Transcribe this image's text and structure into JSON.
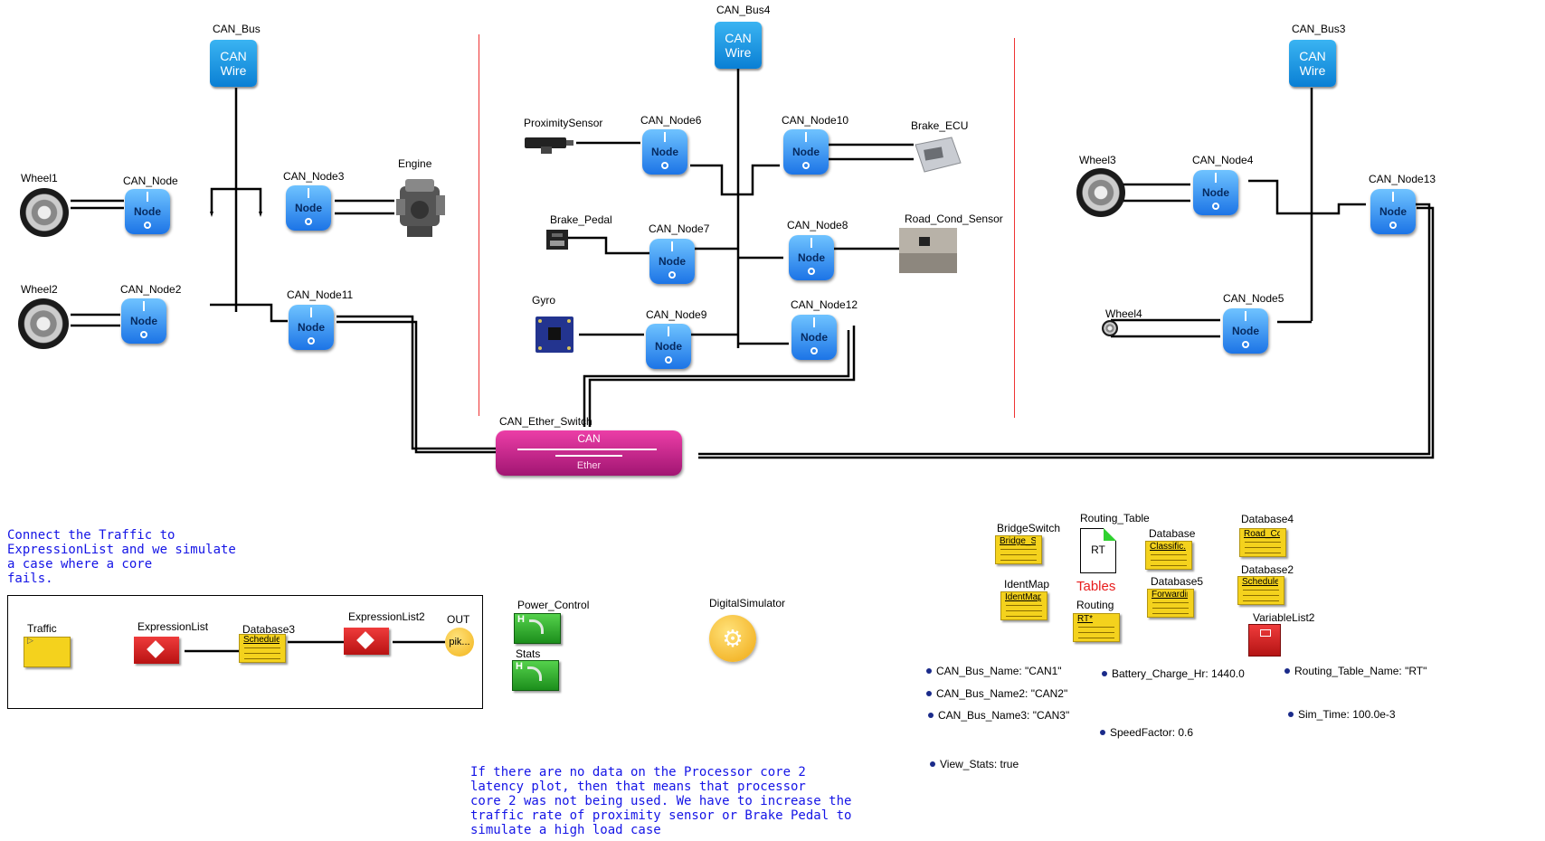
{
  "buses": [
    {
      "id": "CAN_Bus",
      "label": "CAN_Bus",
      "line1": "CAN",
      "line2": "Wire"
    },
    {
      "id": "CAN_Bus4",
      "label": "CAN_Bus4",
      "line1": "CAN",
      "line2": "Wire"
    },
    {
      "id": "CAN_Bus3",
      "label": "CAN_Bus3",
      "line1": "CAN",
      "line2": "Wire"
    }
  ],
  "node_text": "Node",
  "nodes": [
    "CAN_Node",
    "CAN_Node2",
    "CAN_Node3",
    "CAN_Node11",
    "CAN_Node6",
    "CAN_Node10",
    "CAN_Node7",
    "CAN_Node8",
    "CAN_Node9",
    "CAN_Node12",
    "CAN_Node4",
    "CAN_Node13",
    "CAN_Node5"
  ],
  "devices": {
    "wheel1": "Wheel1",
    "wheel2": "Wheel2",
    "wheel3": "Wheel3",
    "wheel4": "Wheel4",
    "engine": "Engine",
    "proximity": "ProximitySensor",
    "brake_ecu": "Brake_ECU",
    "brake_pedal": "Brake_Pedal",
    "road_cond": "Road_Cond_Sensor",
    "gyro": "Gyro"
  },
  "switch": {
    "label": "CAN_Ether_Switch",
    "top_text": "CAN",
    "bottom_text": "Ether"
  },
  "note_top": "Connect the Traffic to\nExpressionList and we simulate\na case where a core\nfails.",
  "sim_chain": {
    "traffic": "Traffic",
    "expression_list": "ExpressionList",
    "database3": "Database3",
    "database3_tag": "Scheduler",
    "expression_list2": "ExpressionList2",
    "out": "OUT",
    "out_text": "pik..."
  },
  "controls": {
    "power_control": "Power_Control",
    "stats": "Stats",
    "h_text": "H",
    "digital_sim": "DigitalSimulator"
  },
  "components": {
    "bridge_switch": "BridgeSwitch",
    "bridge_switch_tag": "Bridge_Sw",
    "routing_table": "Routing_Table",
    "routing_table_text": "RT",
    "database": "Database",
    "database_tag": "Classific...",
    "database4": "Database4",
    "database4_tag": "Road_Cond",
    "identmap": "IdentMap",
    "identmap_tag": "IdentMap",
    "tables": "Tables",
    "database5": "Database5",
    "database5_tag": "Forwardin",
    "database2": "Database2",
    "database2_tag": "Scheduler",
    "routing": "Routing",
    "routing_tag": "RT*",
    "variable_list2": "VariableList2"
  },
  "params": [
    "CAN_Bus_Name: \"CAN1\"",
    "CAN_Bus_Name2: \"CAN2\"",
    "CAN_Bus_Name3: \"CAN3\"",
    "View_Stats: true",
    "Battery_Charge_Hr: 1440.0",
    "SpeedFactor: 0.6",
    "Routing_Table_Name: \"RT\"",
    "Sim_Time: 100.0e-3"
  ],
  "note_bottom": "If there are no data on the Processor core 2\nlatency plot, then that means that processor\ncore 2 was not being used. We have to increase the\ntraffic rate of proximity sensor or Brake Pedal to\nsimulate a high load case",
  "colors": {
    "bus": "#0a86d8",
    "node": "#2b86f0",
    "switch": "#c42590",
    "note": "#1414e6",
    "tables": "#e81c1c",
    "separator": "#e33333"
  }
}
